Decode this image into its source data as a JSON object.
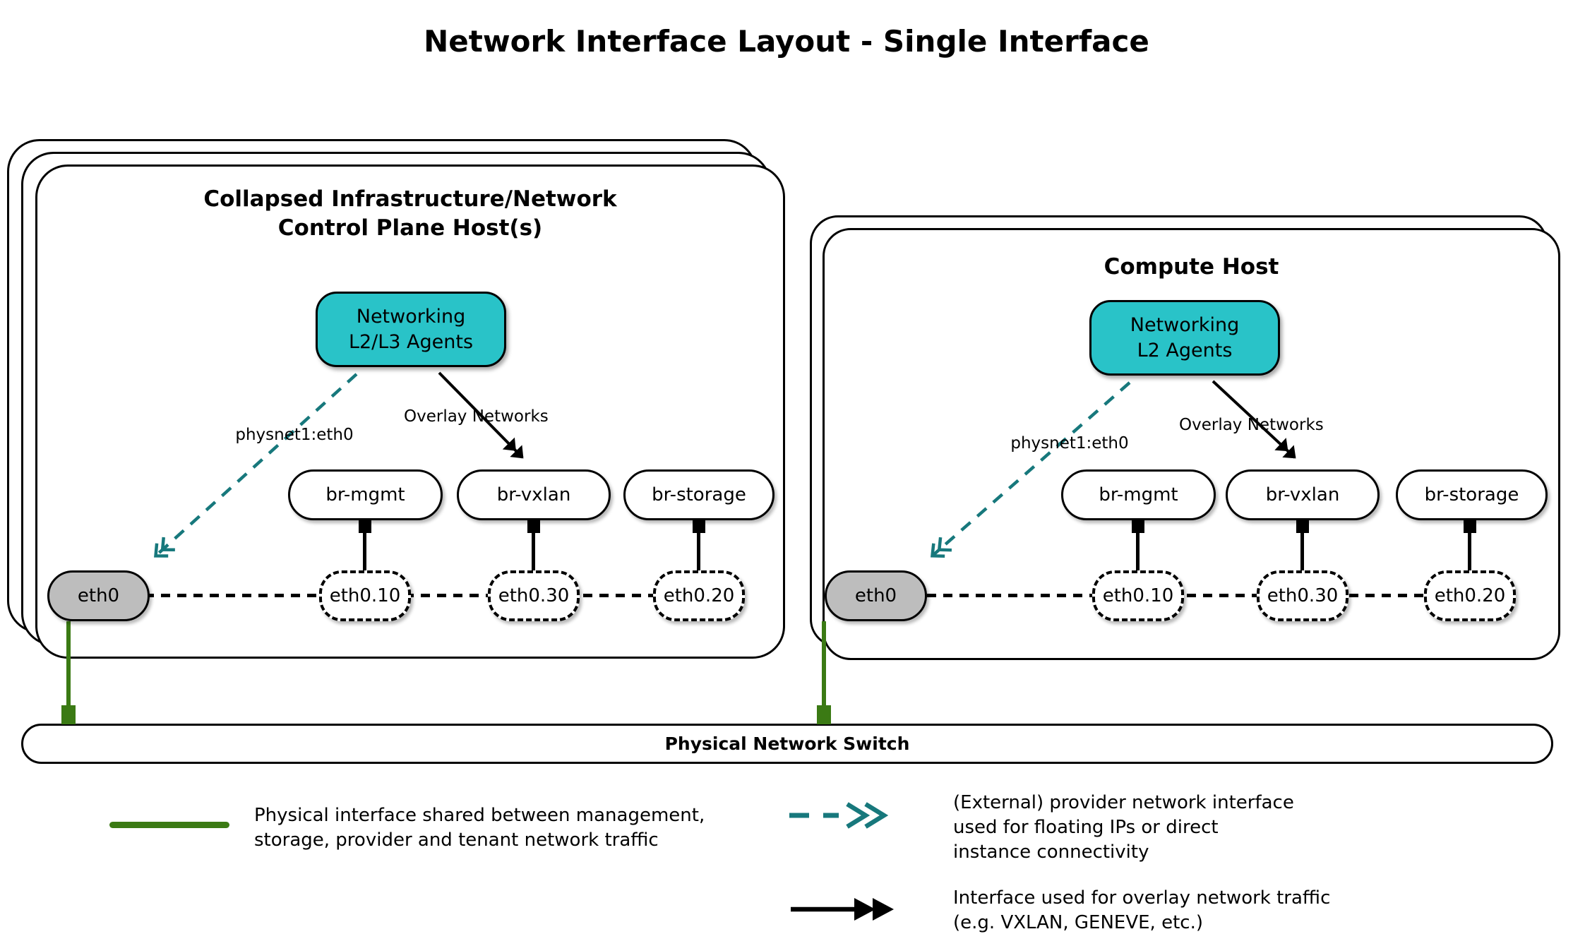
{
  "title": "Network Interface Layout - Single Interface",
  "colors": {
    "agent_fill": "#29C3C8",
    "provider_arrow": "#17787C",
    "physical_link_green": "#3B7A14",
    "phys_interface_gray": "#BDBDBD",
    "line_black": "#000000"
  },
  "hosts": [
    {
      "title_lines": [
        "Collapsed Infrastructure/Network",
        "Control Plane Host(s)"
      ],
      "agent_lines": [
        "Networking",
        "L2/L3 Agents"
      ],
      "provider_label": "physnet1:eth0",
      "overlay_label": "Overlay Networks",
      "bridges": [
        "br-mgmt",
        "br-vxlan",
        "br-storage"
      ],
      "phys_interface": "eth0",
      "vlan_interfaces": [
        "eth0.10",
        "eth0.30",
        "eth0.20"
      ]
    },
    {
      "title_lines": [
        "Compute Host"
      ],
      "agent_lines": [
        "Networking",
        "L2 Agents"
      ],
      "provider_label": "physnet1:eth0",
      "overlay_label": "Overlay Networks",
      "bridges": [
        "br-mgmt",
        "br-vxlan",
        "br-storage"
      ],
      "phys_interface": "eth0",
      "vlan_interfaces": [
        "eth0.10",
        "eth0.30",
        "eth0.20"
      ]
    }
  ],
  "switch_bar": {
    "label": "Physical Network Switch"
  },
  "legend": {
    "physical": {
      "lines": [
        "Physical interface shared between management,",
        "storage, provider and tenant network traffic"
      ]
    },
    "provider": {
      "lines": [
        "(External) provider network interface",
        "used for floating IPs or direct",
        "instance connectivity"
      ]
    },
    "overlay": {
      "lines": [
        "Interface used for overlay network traffic",
        "(e.g. VXLAN, GENEVE, etc.)"
      ]
    }
  }
}
